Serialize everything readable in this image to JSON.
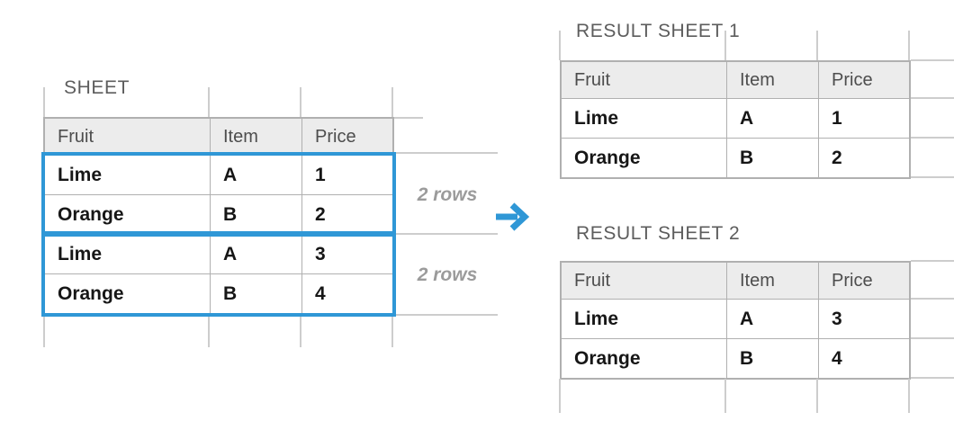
{
  "source_sheet": {
    "title": "SHEET",
    "columns": [
      "Fruit",
      "Item",
      "Price"
    ],
    "rows": [
      [
        "Lime",
        "A",
        "1"
      ],
      [
        "Orange",
        "B",
        "2"
      ],
      [
        "Lime",
        "A",
        "3"
      ],
      [
        "Orange",
        "B",
        "4"
      ]
    ],
    "row_group_labels": [
      "2 rows",
      "2 rows"
    ]
  },
  "result_sheets": [
    {
      "title": "RESULT SHEET 1",
      "columns": [
        "Fruit",
        "Item",
        "Price"
      ],
      "rows": [
        [
          "Lime",
          "A",
          "1"
        ],
        [
          "Orange",
          "B",
          "2"
        ]
      ]
    },
    {
      "title": "RESULT SHEET 2",
      "columns": [
        "Fruit",
        "Item",
        "Price"
      ],
      "rows": [
        [
          "Lime",
          "A",
          "3"
        ],
        [
          "Orange",
          "B",
          "4"
        ]
      ]
    }
  ],
  "icons": {
    "split_arrow": "right-arrow"
  },
  "colors": {
    "accent_blue": "#2f97d6",
    "table_border": "#b0b0b0",
    "header_fill": "#ececec",
    "grid_line": "#cdcdcd",
    "title_text": "#5d5d5d",
    "header_text": "#4d4d4d",
    "cell_text": "#161616",
    "annotation_text": "#9b9b9b"
  }
}
